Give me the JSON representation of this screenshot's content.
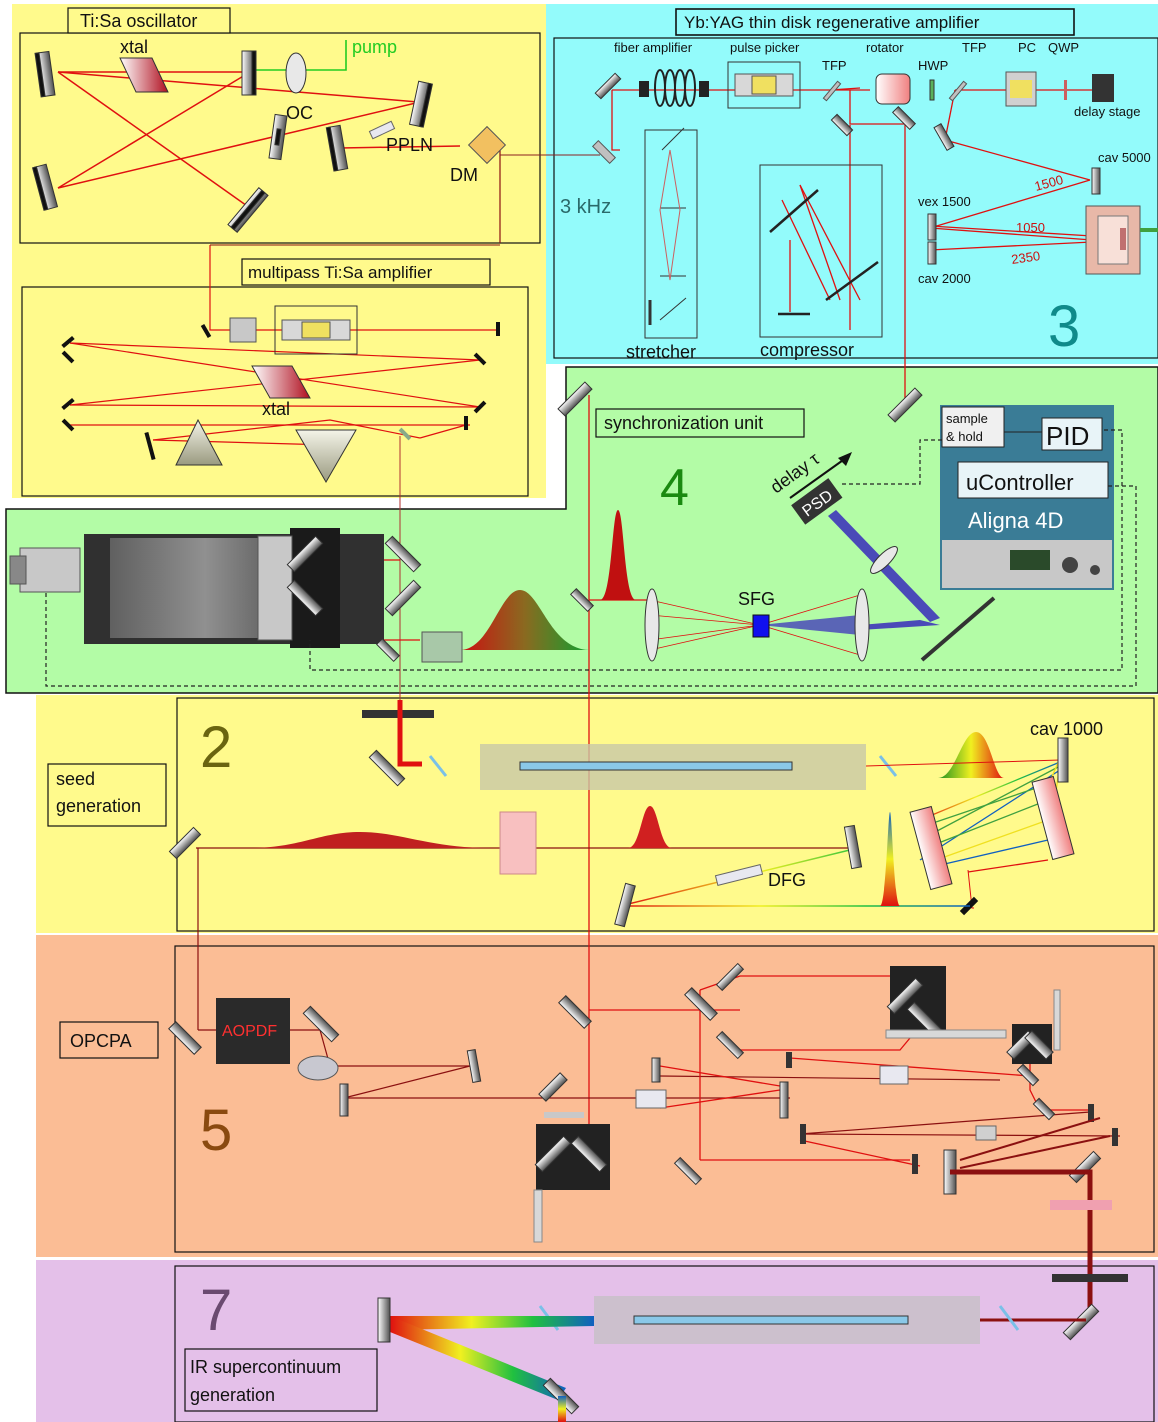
{
  "sections": {
    "ti_sa_oscillator": {
      "title": "Ti:Sa oscillator",
      "labels": {
        "xtal": "xtal",
        "pump": "pump",
        "oc": "OC",
        "ppln": "PPLN",
        "dm": "DM"
      }
    },
    "multipass_amplifier": {
      "title": "multipass Ti:Sa amplifier",
      "labels": {
        "xtal": "xtal"
      }
    },
    "yb_yag": {
      "title": "Yb:YAG thin disk regenerative amplifier",
      "number": "3",
      "labels": {
        "fiber_amplifier": "fiber amplifier",
        "pulse_picker": "pulse picker",
        "tfp_left": "TFP",
        "rotator": "rotator",
        "hwp": "HWP",
        "tfp_right": "TFP",
        "pc": "PC",
        "qwp": "QWP",
        "delay_stage": "delay stage",
        "rep_rate": "3 kHz",
        "cav_5000": "cav 5000",
        "vex_1500": "vex 1500",
        "cav_2000": "cav 2000",
        "d1500": "1500",
        "d1050": "1050",
        "d2350": "2350",
        "stretcher": "stretcher",
        "compressor": "compressor"
      }
    },
    "sync_unit": {
      "title": "synchronization unit",
      "number": "4",
      "labels": {
        "sample_hold_1": "sample",
        "sample_hold_2": "& hold",
        "pid": "PID",
        "ucontroller": "uController",
        "aligna": "Aligna 4D",
        "delay": "delay τ",
        "psd": "PSD",
        "sfg": "SFG"
      }
    },
    "seed_generation": {
      "title_line1": "seed",
      "title_line2": "generation",
      "number": "2",
      "labels": {
        "cav_1000": "cav 1000",
        "dfg": "DFG"
      }
    },
    "opcpa": {
      "title": "OPCPA",
      "number": "5",
      "labels": {
        "aopdf": "AOPDF"
      }
    },
    "ir_supercontinuum": {
      "title_line1": "IR supercontinuum",
      "title_line2": "generation",
      "number": "7"
    }
  },
  "colors": {
    "yellow_panel": "#fffa8c",
    "cyan_panel": "#93fbfb",
    "green_panel": "#b3fca6",
    "orange_panel": "#fbbd95",
    "purple_panel": "#e4c0e9",
    "beam_red": "#e01010",
    "beam_dark": "#8b0000",
    "pump_green": "#22cc22",
    "teal_number": "#0f8a8a",
    "green_number": "#1a8a10",
    "olive_number": "#6a6410",
    "brown_number": "#8a4a10",
    "purple_number": "#6a4a70",
    "device_blue": "#3a7c96"
  }
}
